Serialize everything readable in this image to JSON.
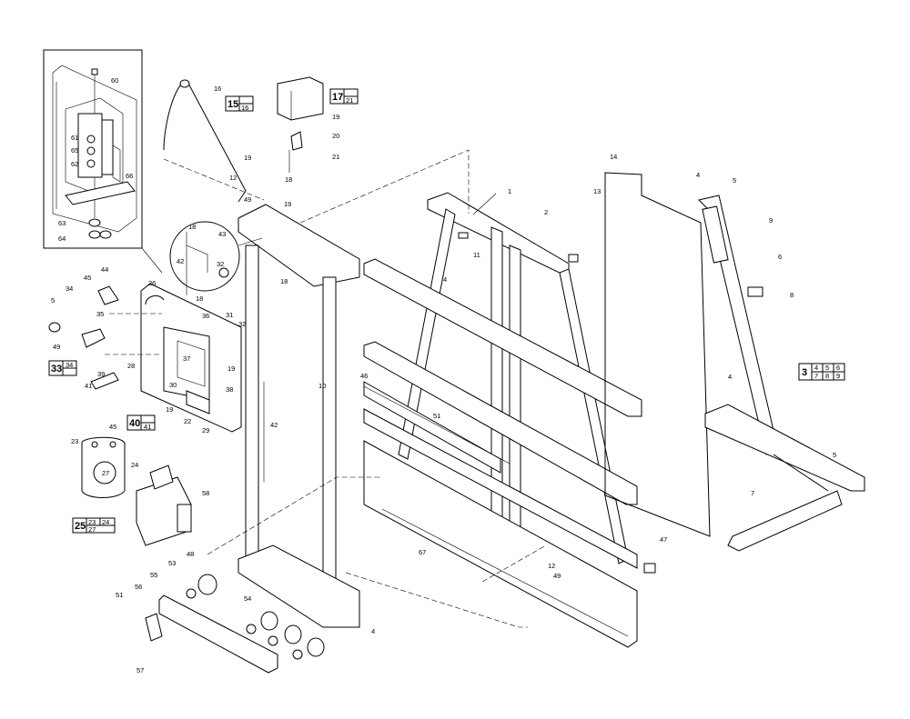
{
  "callouts": [
    {
      "id": "c1",
      "t": "1"
    },
    {
      "id": "c2",
      "t": "2"
    },
    {
      "id": "c4a",
      "t": "4"
    },
    {
      "id": "c4b",
      "t": "4"
    },
    {
      "id": "c4c",
      "t": "4"
    },
    {
      "id": "c4d",
      "t": "4"
    },
    {
      "id": "c5a",
      "t": "5"
    },
    {
      "id": "c5b",
      "t": "5"
    },
    {
      "id": "c5c",
      "t": "5"
    },
    {
      "id": "c6",
      "t": "6"
    },
    {
      "id": "c7",
      "t": "7"
    },
    {
      "id": "c8",
      "t": "8"
    },
    {
      "id": "c9",
      "t": "9"
    },
    {
      "id": "c10",
      "t": "10"
    },
    {
      "id": "c11",
      "t": "11"
    },
    {
      "id": "c12a",
      "t": "12"
    },
    {
      "id": "c12b",
      "t": "12"
    },
    {
      "id": "c13",
      "t": "13"
    },
    {
      "id": "c14",
      "t": "14"
    },
    {
      "id": "c16",
      "t": "16"
    },
    {
      "id": "c18a",
      "t": "18"
    },
    {
      "id": "c18b",
      "t": "18"
    },
    {
      "id": "c18c",
      "t": "18"
    },
    {
      "id": "c18d",
      "t": "18"
    },
    {
      "id": "c19a",
      "t": "19"
    },
    {
      "id": "c19b",
      "t": "19"
    },
    {
      "id": "c19c",
      "t": "19"
    },
    {
      "id": "c19d",
      "t": "19"
    },
    {
      "id": "c19e",
      "t": "19"
    },
    {
      "id": "c20",
      "t": "20"
    },
    {
      "id": "c21",
      "t": "21"
    },
    {
      "id": "c22",
      "t": "22"
    },
    {
      "id": "c23",
      "t": "23"
    },
    {
      "id": "c24",
      "t": "24"
    },
    {
      "id": "c26",
      "t": "26"
    },
    {
      "id": "c27",
      "t": "27"
    },
    {
      "id": "c28",
      "t": "28"
    },
    {
      "id": "c29",
      "t": "29"
    },
    {
      "id": "c30",
      "t": "30"
    },
    {
      "id": "c31",
      "t": "31"
    },
    {
      "id": "c32a",
      "t": "32"
    },
    {
      "id": "c32b",
      "t": "32"
    },
    {
      "id": "c34",
      "t": "34"
    },
    {
      "id": "c35",
      "t": "35"
    },
    {
      "id": "c36",
      "t": "36"
    },
    {
      "id": "c37",
      "t": "37"
    },
    {
      "id": "c38",
      "t": "38"
    },
    {
      "id": "c39",
      "t": "39"
    },
    {
      "id": "c41",
      "t": "41"
    },
    {
      "id": "c42a",
      "t": "42"
    },
    {
      "id": "c42b",
      "t": "42"
    },
    {
      "id": "c43",
      "t": "43"
    },
    {
      "id": "c44",
      "t": "44"
    },
    {
      "id": "c45a",
      "t": "45"
    },
    {
      "id": "c45b",
      "t": "45"
    },
    {
      "id": "c46",
      "t": "46"
    },
    {
      "id": "c47",
      "t": "47"
    },
    {
      "id": "c48",
      "t": "48"
    },
    {
      "id": "c49a",
      "t": "49"
    },
    {
      "id": "c49b",
      "t": "49"
    },
    {
      "id": "c49c",
      "t": "49"
    },
    {
      "id": "c51a",
      "t": "51"
    },
    {
      "id": "c51b",
      "t": "51"
    },
    {
      "id": "c53",
      "t": "53"
    },
    {
      "id": "c54",
      "t": "54"
    },
    {
      "id": "c55",
      "t": "55"
    },
    {
      "id": "c56",
      "t": "56"
    },
    {
      "id": "c57",
      "t": "57"
    },
    {
      "id": "c58",
      "t": "58"
    },
    {
      "id": "c60",
      "t": "60"
    },
    {
      "id": "c61",
      "t": "61"
    },
    {
      "id": "c62",
      "t": "62"
    },
    {
      "id": "c63",
      "t": "63"
    },
    {
      "id": "c64",
      "t": "64"
    },
    {
      "id": "c65",
      "t": "65"
    },
    {
      "id": "c66",
      "t": "66"
    },
    {
      "id": "c67",
      "t": "67"
    }
  ],
  "kits": {
    "k15": {
      "main": "15",
      "subs": [
        "16"
      ]
    },
    "k17": {
      "main": "17",
      "subs": [
        "21"
      ]
    },
    "k33": {
      "main": "33",
      "subs": [
        "34"
      ]
    },
    "k40": {
      "main": "40",
      "subs": [
        "41"
      ]
    },
    "k25": {
      "main": "25",
      "subs": [
        "23",
        "24",
        "27"
      ]
    },
    "k3": {
      "main": "3",
      "subs": [
        "4",
        "5",
        "6",
        "7",
        "8",
        "9"
      ]
    }
  }
}
